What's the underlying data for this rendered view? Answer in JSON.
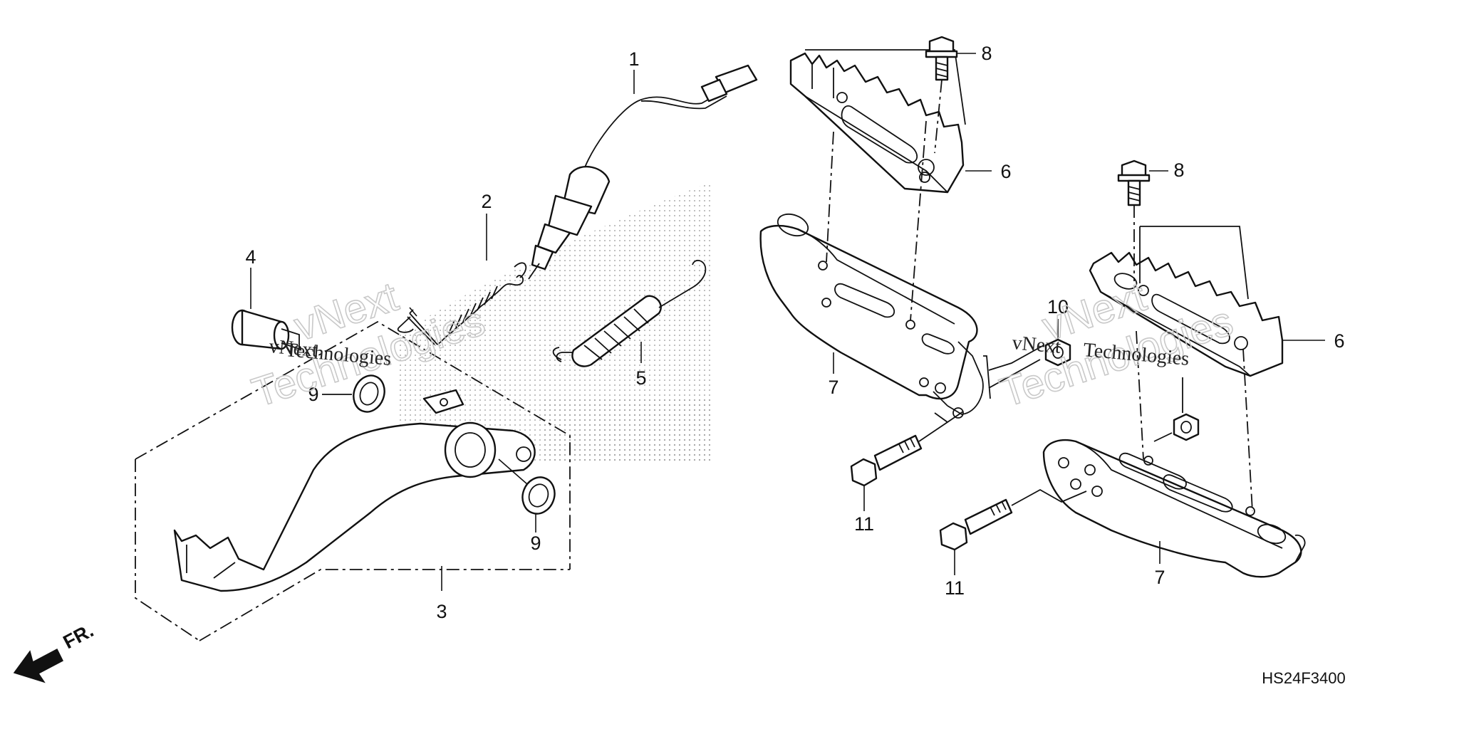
{
  "diagram": {
    "callouts": [
      {
        "id": "c1",
        "text": "1"
      },
      {
        "id": "c2",
        "text": "2"
      },
      {
        "id": "c3",
        "text": "3"
      },
      {
        "id": "c4",
        "text": "4"
      },
      {
        "id": "c5",
        "text": "5"
      },
      {
        "id": "c6a",
        "text": "6"
      },
      {
        "id": "c6b",
        "text": "6"
      },
      {
        "id": "c7a",
        "text": "7"
      },
      {
        "id": "c7b",
        "text": "7"
      },
      {
        "id": "c8a",
        "text": "8"
      },
      {
        "id": "c8b",
        "text": "8"
      },
      {
        "id": "c9a",
        "text": "9"
      },
      {
        "id": "c9b",
        "text": "9"
      },
      {
        "id": "c10",
        "text": "10"
      },
      {
        "id": "c11a",
        "text": "11"
      },
      {
        "id": "c11b",
        "text": "11"
      }
    ],
    "direction_label": "FR.",
    "diagram_code": "HS24F3400"
  },
  "watermark": {
    "line1": "vNext",
    "line2": "Technologies"
  },
  "colors": {
    "ink": "#111111",
    "paper": "#ffffff",
    "watermark": "#c9c9c9",
    "stipple": "#9a9a9a"
  }
}
